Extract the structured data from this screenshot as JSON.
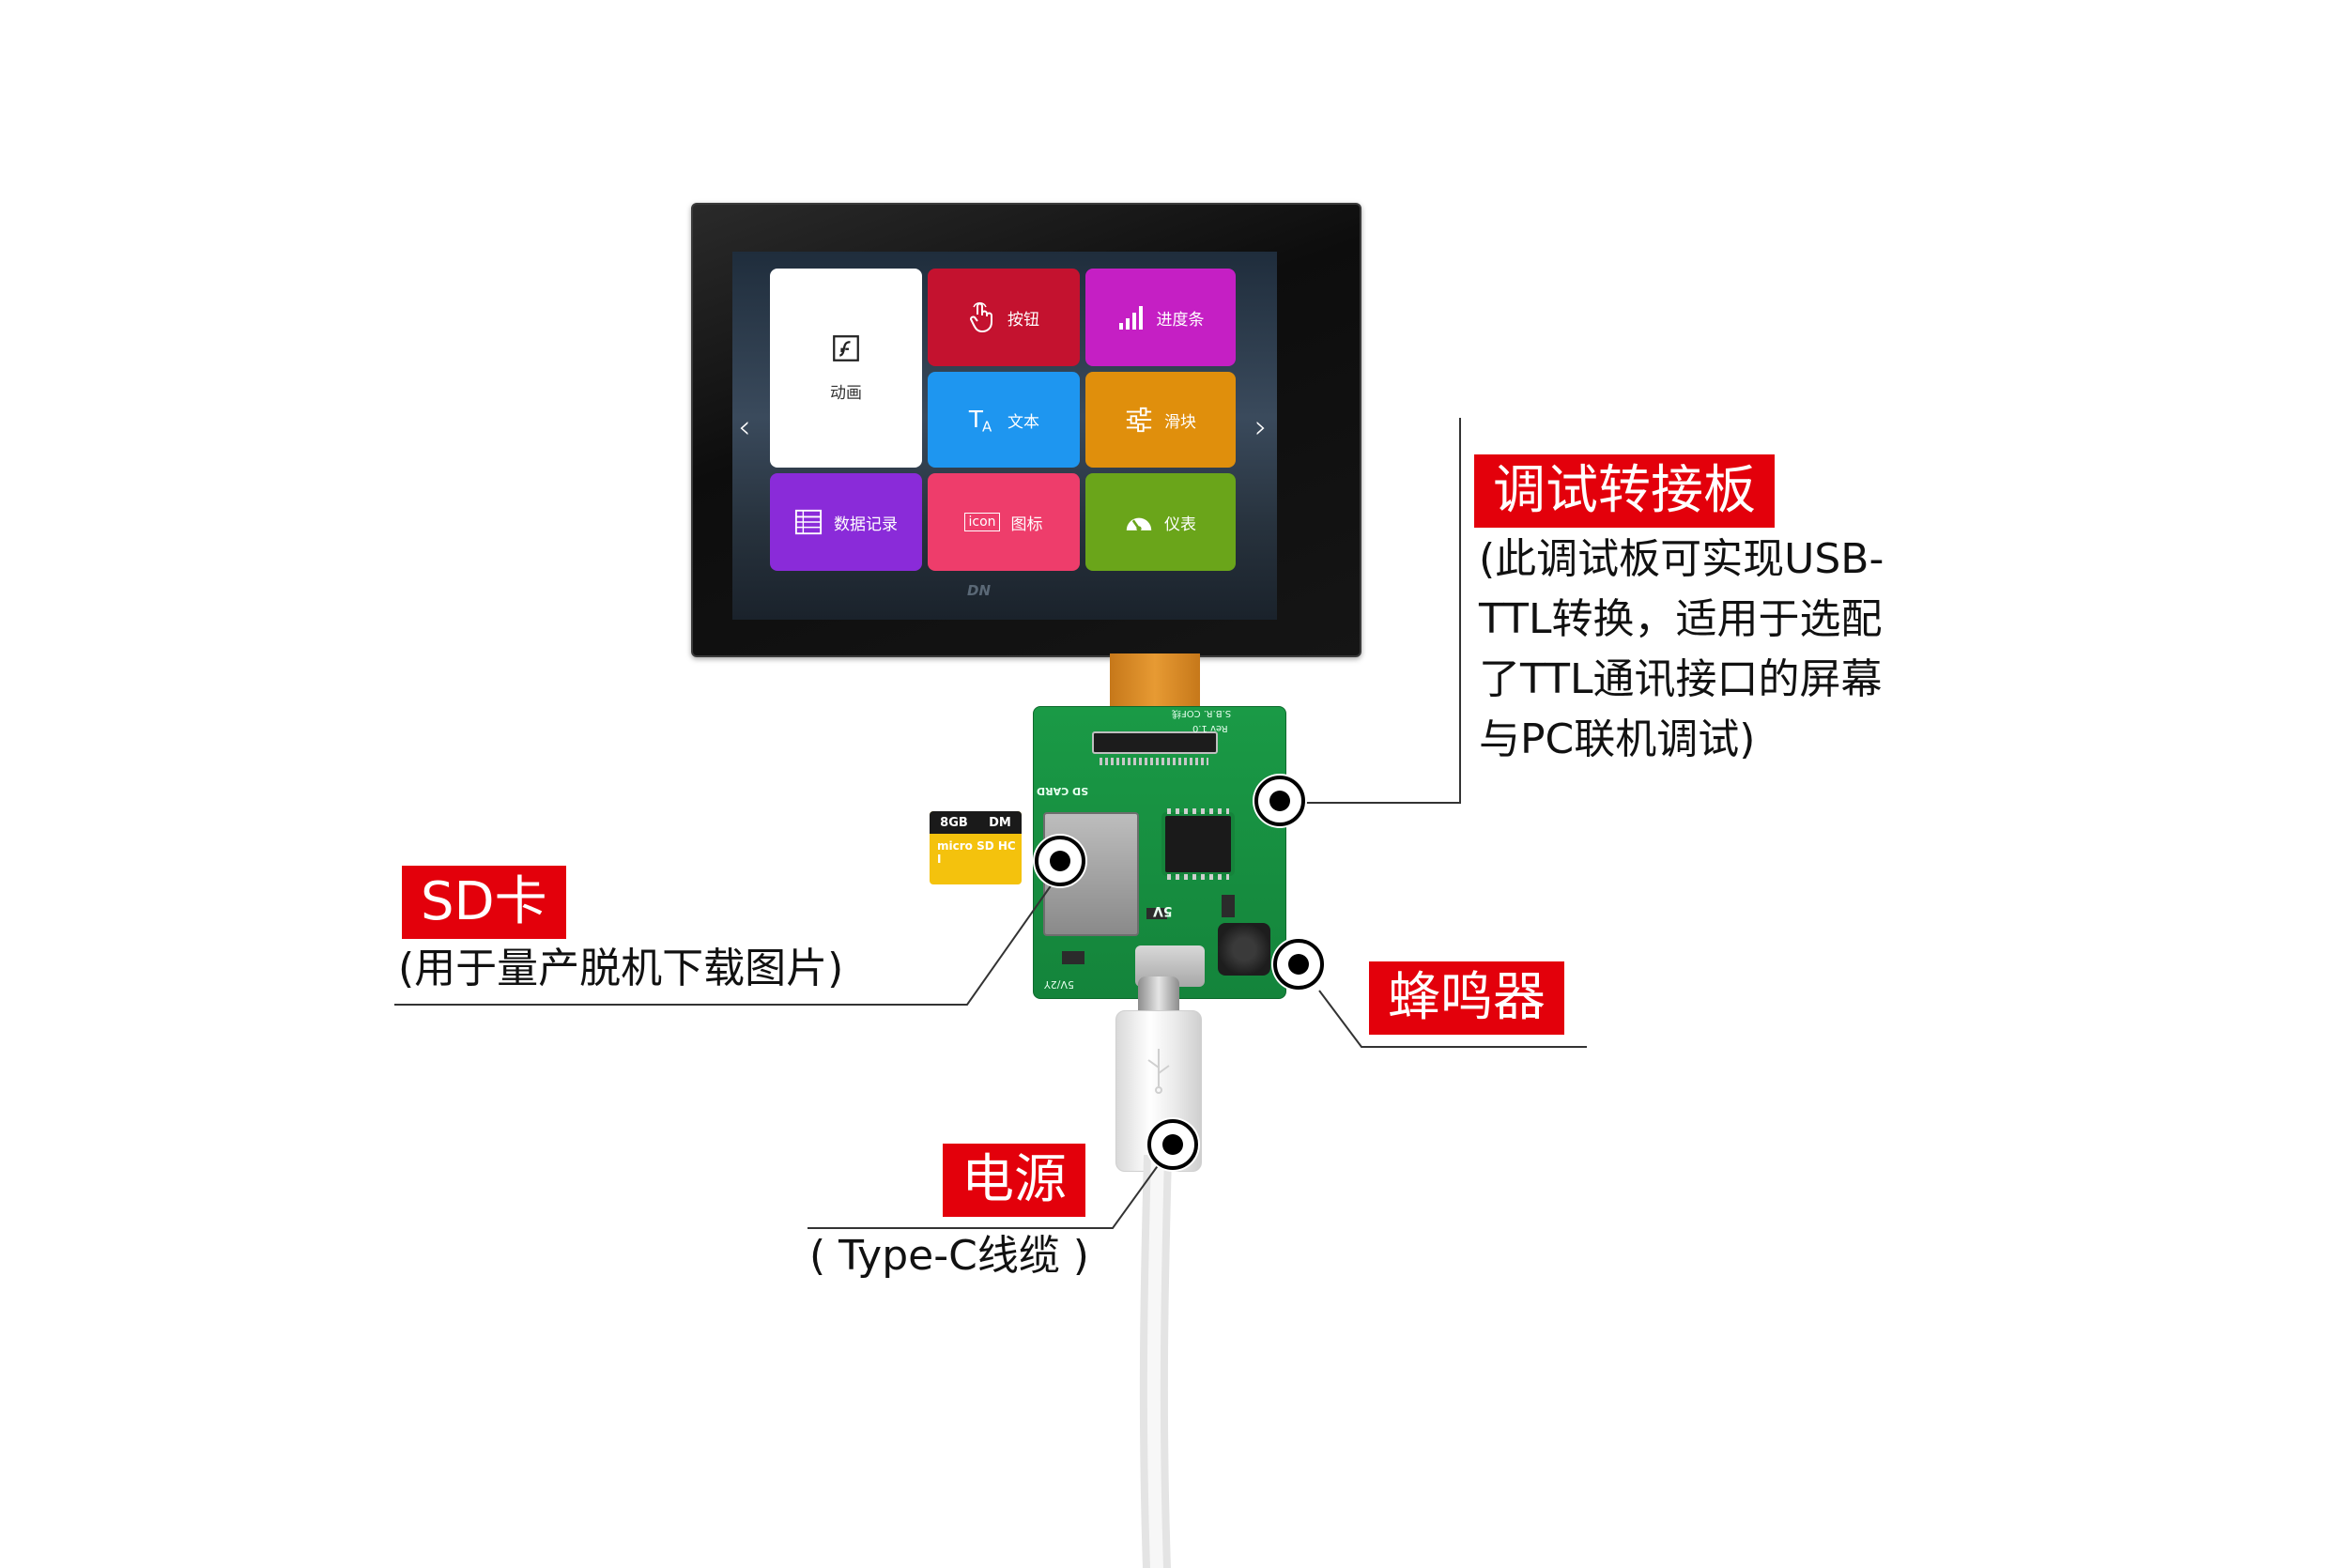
{
  "screen": {
    "tiles": [
      {
        "label": "动画",
        "icon": "flash-icon",
        "color": "#ffffff"
      },
      {
        "label": "按钮",
        "icon": "tap-hand-icon",
        "color": "#c4122f"
      },
      {
        "label": "进度条",
        "icon": "progress-bars-icon",
        "color": "#c51fc4"
      },
      {
        "label": "文本",
        "icon": "text-ta-icon",
        "color": "#1e96f0"
      },
      {
        "label": "滑块",
        "icon": "slider-icon",
        "color": "#e08f0c"
      },
      {
        "label": "数据记录",
        "icon": "table-icon",
        "color": "#8a2bd9"
      },
      {
        "label": "图标",
        "icon": "icon-badge-icon",
        "badge_text": "icon",
        "color": "#ee3d6b"
      },
      {
        "label": "仪表",
        "icon": "gauge-icon",
        "color": "#6aa51a"
      }
    ],
    "nav_left": "‹",
    "nav_right": "›",
    "logo": "DN"
  },
  "board": {
    "top_label": "S.B.R. COF线",
    "rev": "Rev 1.0",
    "sd_label": "SD CARD",
    "power_label": "5V",
    "bottom_label": "5V/2Y"
  },
  "sd_card": {
    "capacity": "8GB",
    "brand": "DM",
    "type": "micro SD HC I"
  },
  "callouts": {
    "debug_board": {
      "title": "调试转接板",
      "desc_lines": [
        "(此调试板可实现USB-",
        "TTL转换，适用于选配",
        "了TTL通讯接口的屏幕",
        "与PC联机调试)"
      ]
    },
    "sd_card": {
      "title": "SD卡",
      "desc": "(用于量产脱机下载图片)"
    },
    "buzzer": {
      "title": "蜂鸣器"
    },
    "power": {
      "title": "电源",
      "desc": "( Type-C线缆 )"
    }
  },
  "colors": {
    "tag_red": "#e3000b",
    "pcb_green": "#1a9a46",
    "fpc_orange": "#e79a33"
  }
}
